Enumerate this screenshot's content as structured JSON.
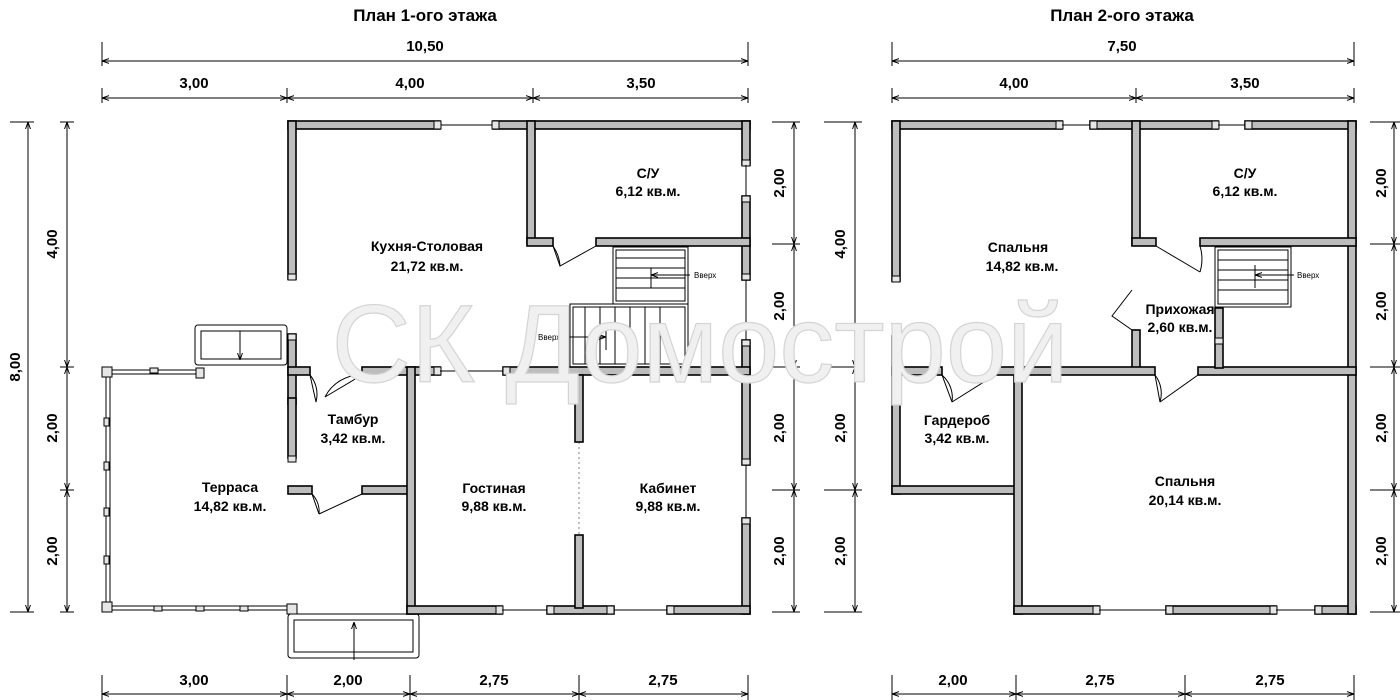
{
  "plan1": {
    "title": "План 1-ого этажа",
    "dim_total": "10,50",
    "dim_top": [
      "3,00",
      "4,00",
      "3,50"
    ],
    "dim_bottom": [
      "3,00",
      "2,00",
      "2,75",
      "2,75"
    ],
    "dim_left_total": "8,00",
    "dim_left": [
      "4,00",
      "2,00",
      "2,00"
    ],
    "dim_right": [
      "2,00",
      "2,00",
      "2,00",
      "2,00"
    ],
    "rooms": [
      {
        "name": "С/У",
        "area": "6,12 кв.м."
      },
      {
        "name": "Кухня-Столовая",
        "area": "21,72 кв.м."
      },
      {
        "name": "Тамбур",
        "area": "3,42 кв.м."
      },
      {
        "name": "Терраса",
        "area": "14,82 кв.м."
      },
      {
        "name": "Гостиная",
        "area": "9,88 кв.м."
      },
      {
        "name": "Кабинет",
        "area": "9,88 кв.м."
      }
    ],
    "stair_labels": [
      "Вверх",
      "Вверх"
    ]
  },
  "plan2": {
    "title": "План 2-ого этажа",
    "dim_total": "7,50",
    "dim_top": [
      "4,00",
      "3,50"
    ],
    "dim_bottom": [
      "2,00",
      "2,75",
      "2,75"
    ],
    "dim_left": [
      "4,00",
      "2,00",
      "2,00"
    ],
    "dim_right": [
      "2,00",
      "2,00",
      "2,00",
      "2,00"
    ],
    "rooms": [
      {
        "name": "С/У",
        "area": "6,12 кв.м."
      },
      {
        "name": "Спальня",
        "area": "14,82 кв.м."
      },
      {
        "name": "Прихожая",
        "area": "2,60 кв.м."
      },
      {
        "name": "Гардероб",
        "area": "3,42 кв.м."
      },
      {
        "name": "Спальня",
        "area": "20,14 кв.м."
      }
    ],
    "stair_labels": [
      "Вверх"
    ]
  },
  "watermark": "СК Домострой",
  "colors": {
    "wall_fill": "#bdbdbd",
    "line": "#000000",
    "background": "#ffffff"
  }
}
